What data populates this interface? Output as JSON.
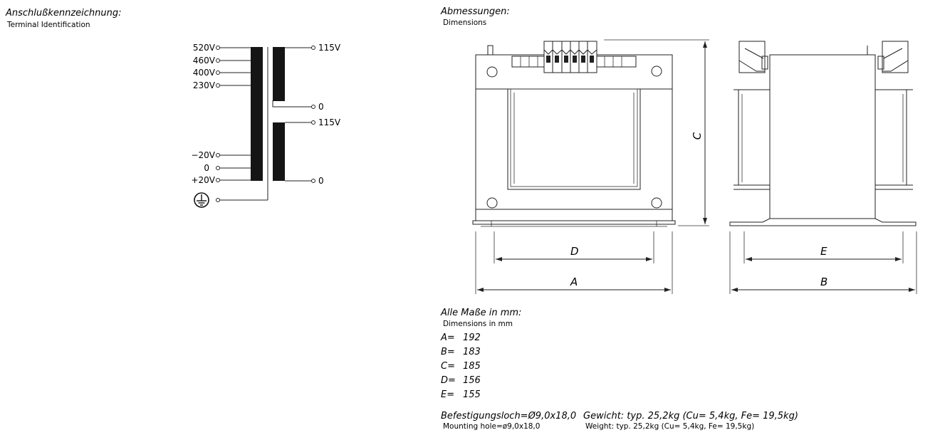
{
  "terminal": {
    "title": "Anschlußkennzeichnung:",
    "subtitle": "Terminal Identification",
    "primary_taps": [
      "520V",
      "460V",
      "400V",
      "230V"
    ],
    "secondary_taps": [
      "115V",
      "0",
      "115V",
      "0"
    ],
    "aux_taps": [
      "−20V",
      "0",
      "+20V"
    ],
    "earth": "earth-symbol"
  },
  "dimensions": {
    "title": "Abmessungen:",
    "subtitle": "Dimensions",
    "labels": {
      "A": "A",
      "B": "B",
      "C": "C",
      "D": "D",
      "E": "E"
    }
  },
  "units": {
    "title": "Alle Maße in mm:",
    "subtitle": "Dimensions in mm"
  },
  "values": [
    {
      "key": "A=",
      "value": "192"
    },
    {
      "key": "B=",
      "value": "183"
    },
    {
      "key": "C=",
      "value": "185"
    },
    {
      "key": "D=",
      "value": "156"
    },
    {
      "key": "E=",
      "value": "155"
    }
  ],
  "mounting": {
    "title": "Befestigungsloch=Ø9,0x18,0",
    "subtitle": "Mounting hole=ø9,0x18,0"
  },
  "weight": {
    "title": "Gewicht: typ. 25,2kg (Cu= 5,4kg, Fe= 19,5kg)",
    "subtitle": "Weight: typ. 25,2kg (Cu= 5,4kg, Fe= 19,5kg)"
  }
}
